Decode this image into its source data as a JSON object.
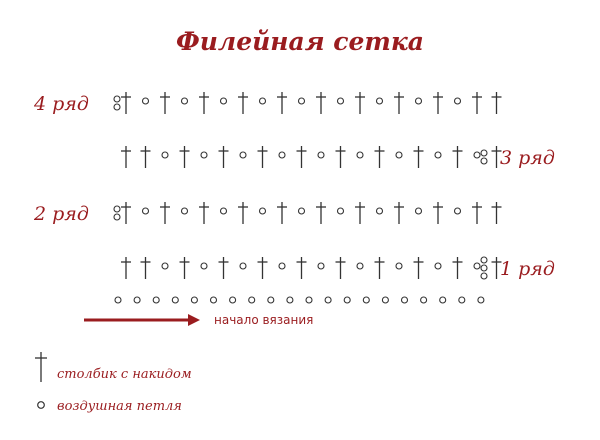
{
  "title": "Филейная сетка",
  "rows": [
    {
      "label": "4 ряд",
      "label_side": "left",
      "turning_chain": "2 air chains (stacked)",
      "stitches": [
        "dc",
        "ch",
        "dc",
        "ch",
        "dc",
        "ch",
        "dc",
        "ch",
        "dc",
        "ch",
        "dc",
        "ch",
        "dc",
        "ch",
        "dc",
        "ch",
        "dc",
        "ch",
        "dc",
        "dc"
      ]
    },
    {
      "label": "3 ряд",
      "label_side": "right",
      "turning_chain": "2 air chains (stacked)",
      "stitches": [
        "dc",
        "dc",
        "ch",
        "dc",
        "ch",
        "dc",
        "ch",
        "dc",
        "ch",
        "dc",
        "ch",
        "dc",
        "ch",
        "dc",
        "ch",
        "dc",
        "ch",
        "dc",
        "ch",
        "dc"
      ]
    },
    {
      "label": "2 ряд",
      "label_side": "left",
      "turning_chain": "2 air chains (stacked)",
      "stitches": [
        "dc",
        "ch",
        "dc",
        "ch",
        "dc",
        "ch",
        "dc",
        "ch",
        "dc",
        "ch",
        "dc",
        "ch",
        "dc",
        "ch",
        "dc",
        "ch",
        "dc",
        "ch",
        "dc",
        "dc"
      ]
    },
    {
      "label": "1 ряд",
      "label_side": "right",
      "turning_chain": "3 air chains (stacked)",
      "stitches": [
        "dc",
        "dc",
        "ch",
        "dc",
        "ch",
        "dc",
        "ch",
        "dc",
        "ch",
        "dc",
        "ch",
        "dc",
        "ch",
        "dc",
        "ch",
        "dc",
        "ch",
        "dc",
        "ch",
        "dc"
      ]
    }
  ],
  "foundation_chain_count": 20,
  "start_label": "начало вязания",
  "legend": [
    {
      "symbol": "dc",
      "icon": "double-crochet-icon",
      "text": "столбик с накидом"
    },
    {
      "symbol": "ch",
      "icon": "chain-icon",
      "text": "воздушная петля"
    }
  ],
  "colors": {
    "accent": "#9a1c1f",
    "symbol": "#333333",
    "background": "#ffffff"
  }
}
